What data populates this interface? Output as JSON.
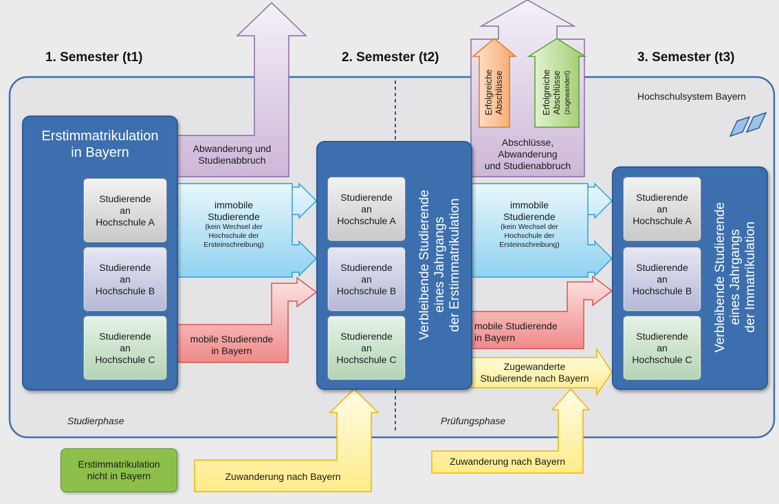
{
  "semesters": [
    "1. Semester (t1)",
    "2. Semester (t2)",
    "3. Semester (t3)"
  ],
  "system_label": "Hochschulsystem Bayern",
  "phases": {
    "study": "Studierphase",
    "exam": "Prüfungsphase"
  },
  "t1": {
    "title_line1": "Erstimmatrikulation",
    "title_line2": "in Bayern",
    "boxes": [
      {
        "line1": "Studierende",
        "line2": "an",
        "line3": "Hochschule A"
      },
      {
        "line1": "Studierende",
        "line2": "an",
        "line3": "Hochschule B"
      },
      {
        "line1": "Studierende",
        "line2": "an",
        "line3": "Hochschule C"
      }
    ]
  },
  "t2": {
    "label_line1": "Verbleibende Studierende",
    "label_line2": "eines Jahrgangs",
    "label_line3": "der Erstimmatrikulation",
    "boxes": [
      {
        "line1": "Studierende",
        "line2": "an",
        "line3": "Hochschule A"
      },
      {
        "line1": "Studierende",
        "line2": "an",
        "line3": "Hochschule B"
      },
      {
        "line1": "Studierende",
        "line2": "an",
        "line3": "Hochschule C"
      }
    ]
  },
  "t3": {
    "label_line1": "Verbleibende Studierende",
    "label_line2": "eines Jahrgangs",
    "label_line3": "der Immatrikulation",
    "boxes": [
      {
        "line1": "Studierende",
        "line2": "an",
        "line3": "Hochschule A"
      },
      {
        "line1": "Studierende",
        "line2": "an",
        "line3": "Hochschule B"
      },
      {
        "line1": "Studierende",
        "line2": "an",
        "line3": "Hochschule C"
      }
    ]
  },
  "flows": {
    "dropout1_line1": "Abwanderung und",
    "dropout1_line2": "Studienabbruch",
    "immobile_line1": "immobile",
    "immobile_line2": "Studierende",
    "immobile_note1": "(kein Wechsel der",
    "immobile_note2": "Hochschule der",
    "immobile_note3": "Ersteinschreibung)",
    "mobile_line1": "mobile Studierende",
    "mobile_line2": "in Bayern",
    "exit2_line1": "Abschlüsse,",
    "exit2_line2": "Abwanderung",
    "exit2_line3": "und Studienabbruch",
    "grad1_line1": "Erfolgreiche",
    "grad1_line2": "Abschlüsse",
    "grad2_line1": "Erfolgreiche",
    "grad2_line2": "Abschlüsse",
    "grad2_line3": "(zugewandert)",
    "migrated_line1": "Zugewanderte",
    "migrated_line2": "Studierende nach Bayern",
    "inflow1": "Zuwanderung nach Bayern",
    "inflow2": "Zuwanderung nach Bayern",
    "not_bavaria_line1": "Erstimmatrikulation",
    "not_bavaria_line2": "nicht in Bayern"
  },
  "colors": {
    "background": "#ebebec",
    "system_border": "#3d6fae",
    "dark_box": "#3d6fae",
    "purple": "#cdb7d8",
    "blue": "#b9e5f6",
    "red": "#f3a8a8",
    "yellow": "#fff4b0",
    "orange": "#f5b07a",
    "green_grad": "#a8cf7e",
    "green_box": "#8dc04a"
  }
}
